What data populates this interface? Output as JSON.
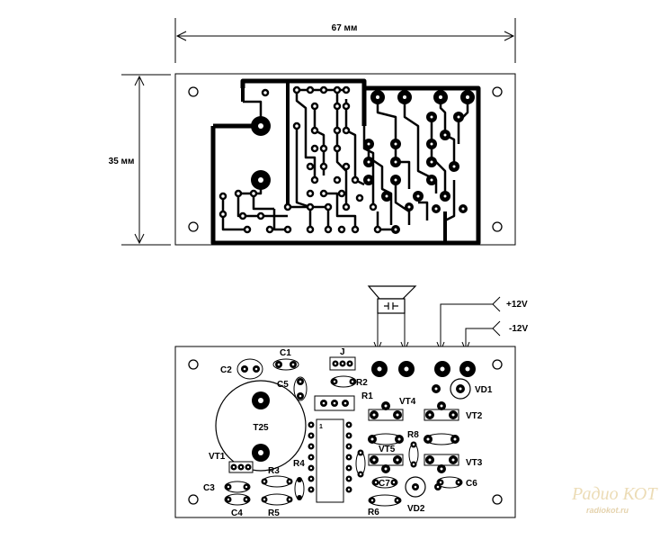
{
  "dimensions": {
    "width": "67 мм",
    "height": "35 мм"
  },
  "components": {
    "c1": "C1",
    "c2": "C2",
    "c3": "C3",
    "c4": "C4",
    "c5": "C5",
    "c6": "C6",
    "c7": "C7",
    "j": "J",
    "r1": "R1",
    "r2": "R2",
    "r3": "R3",
    "r4": "R4",
    "r5": "R5",
    "r6": "R6",
    "r8": "R8",
    "t25": "T25",
    "vt1": "VT1",
    "vt2": "VT2",
    "vt3": "VT3",
    "vt4": "VT4",
    "vt5": "VT5",
    "vd1": "VD1",
    "vd2": "VD2",
    "pin1": "1"
  },
  "power": {
    "plus": "+12V",
    "minus": "-12V"
  },
  "watermark": {
    "brand": "Радио КОТ",
    "site": "radiokot.ru"
  },
  "colors": {
    "ink": "#000000",
    "board": "#ffffff",
    "watermark": "#e8d8b0"
  }
}
